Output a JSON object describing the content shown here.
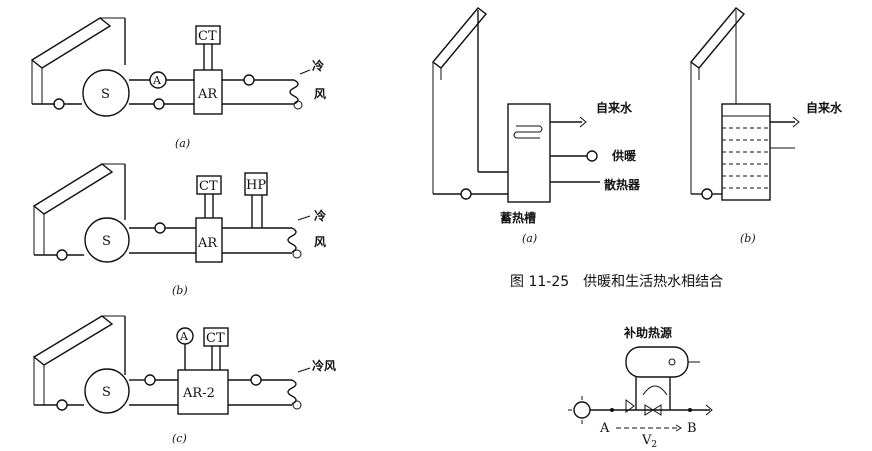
{
  "diagram_a": {
    "tank": "S",
    "ammeter": "A",
    "controller": "AR",
    "cooling_tower": "CT",
    "output": "冷",
    "output2": "风",
    "caption": "(a)"
  },
  "diagram_b": {
    "tank": "S",
    "controller": "AR",
    "cooling_tower": "CT",
    "heat_pump": "HP",
    "output": "冷",
    "output2": "风",
    "caption": "(b)"
  },
  "diagram_c": {
    "tank": "S",
    "ammeter": "A",
    "controller": "AR-2",
    "cooling_tower": "CT",
    "output": "冷风",
    "caption": "(c)"
  },
  "figure_right": {
    "tap_water_a": "自来水",
    "heating": "供暖",
    "radiator": "散热器",
    "storage_tank": "蓄热槽",
    "caption_a": "(a)",
    "tap_water_b": "自来水",
    "caption_b": "(b)",
    "title": "图 11-25　供暖和生活热水相结合"
  },
  "aux_diagram": {
    "title": "补助热源",
    "point_a": "A",
    "point_b": "B",
    "valve": "V",
    "valve_sub": "2"
  }
}
